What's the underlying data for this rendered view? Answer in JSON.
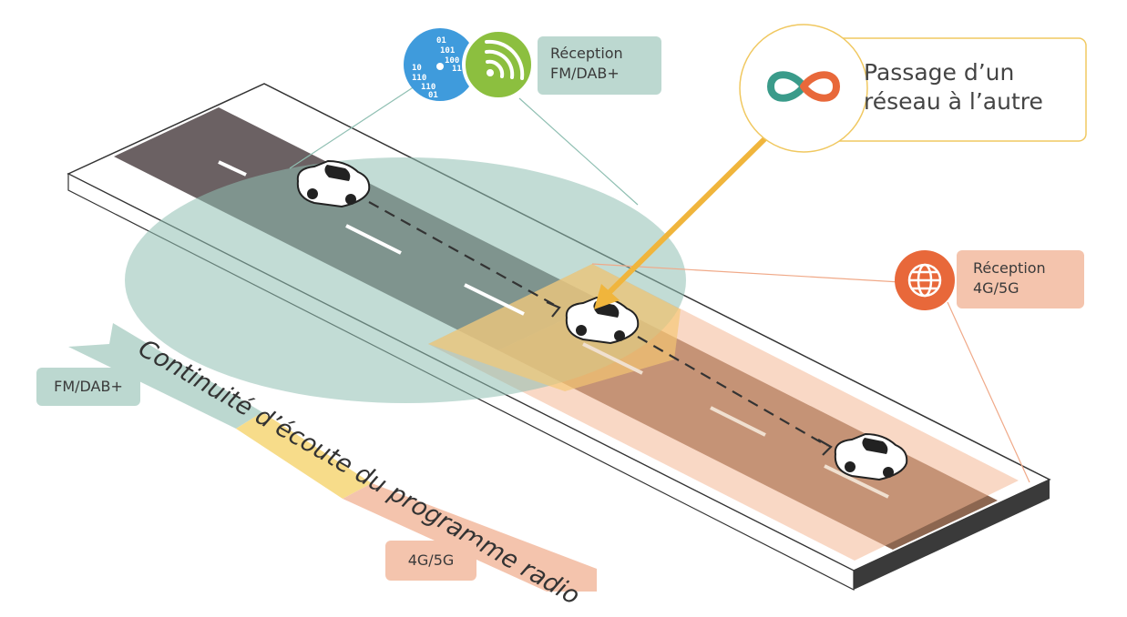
{
  "labels": {
    "reception_fm_line1": "Réception",
    "reception_fm_line2": "FM/DAB+",
    "passage_line1": "Passage d’un",
    "passage_line2": "réseau à l’autre",
    "reception_4g_line1": "Réception",
    "reception_4g_line2": "4G/5G",
    "fm_tag": "FM/DAB+",
    "g_tag": "4G/5G",
    "banner_text": "Continuité d’écoute du programme radio",
    "binary_digits": [
      "01",
      "101",
      "100",
      "10",
      "11",
      "110",
      "110",
      "01"
    ]
  },
  "icons": [
    "binary-data-icon",
    "broadcast-signal-icon",
    "infinity-icon",
    "globe-icon",
    "car-icon",
    "arrow-icon"
  ],
  "colors": {
    "fm_zone": "#8fbfb2",
    "g_zone": "#f4b896",
    "handover_zone": "#f6c872",
    "road_dark": "#6b6163",
    "road_brown": "#8c6650",
    "accent_yellow": "#f0b53c",
    "globe_orange": "#e8683a",
    "signal_green": "#8cbf3f",
    "binary_blue": "#3f9bdc"
  }
}
